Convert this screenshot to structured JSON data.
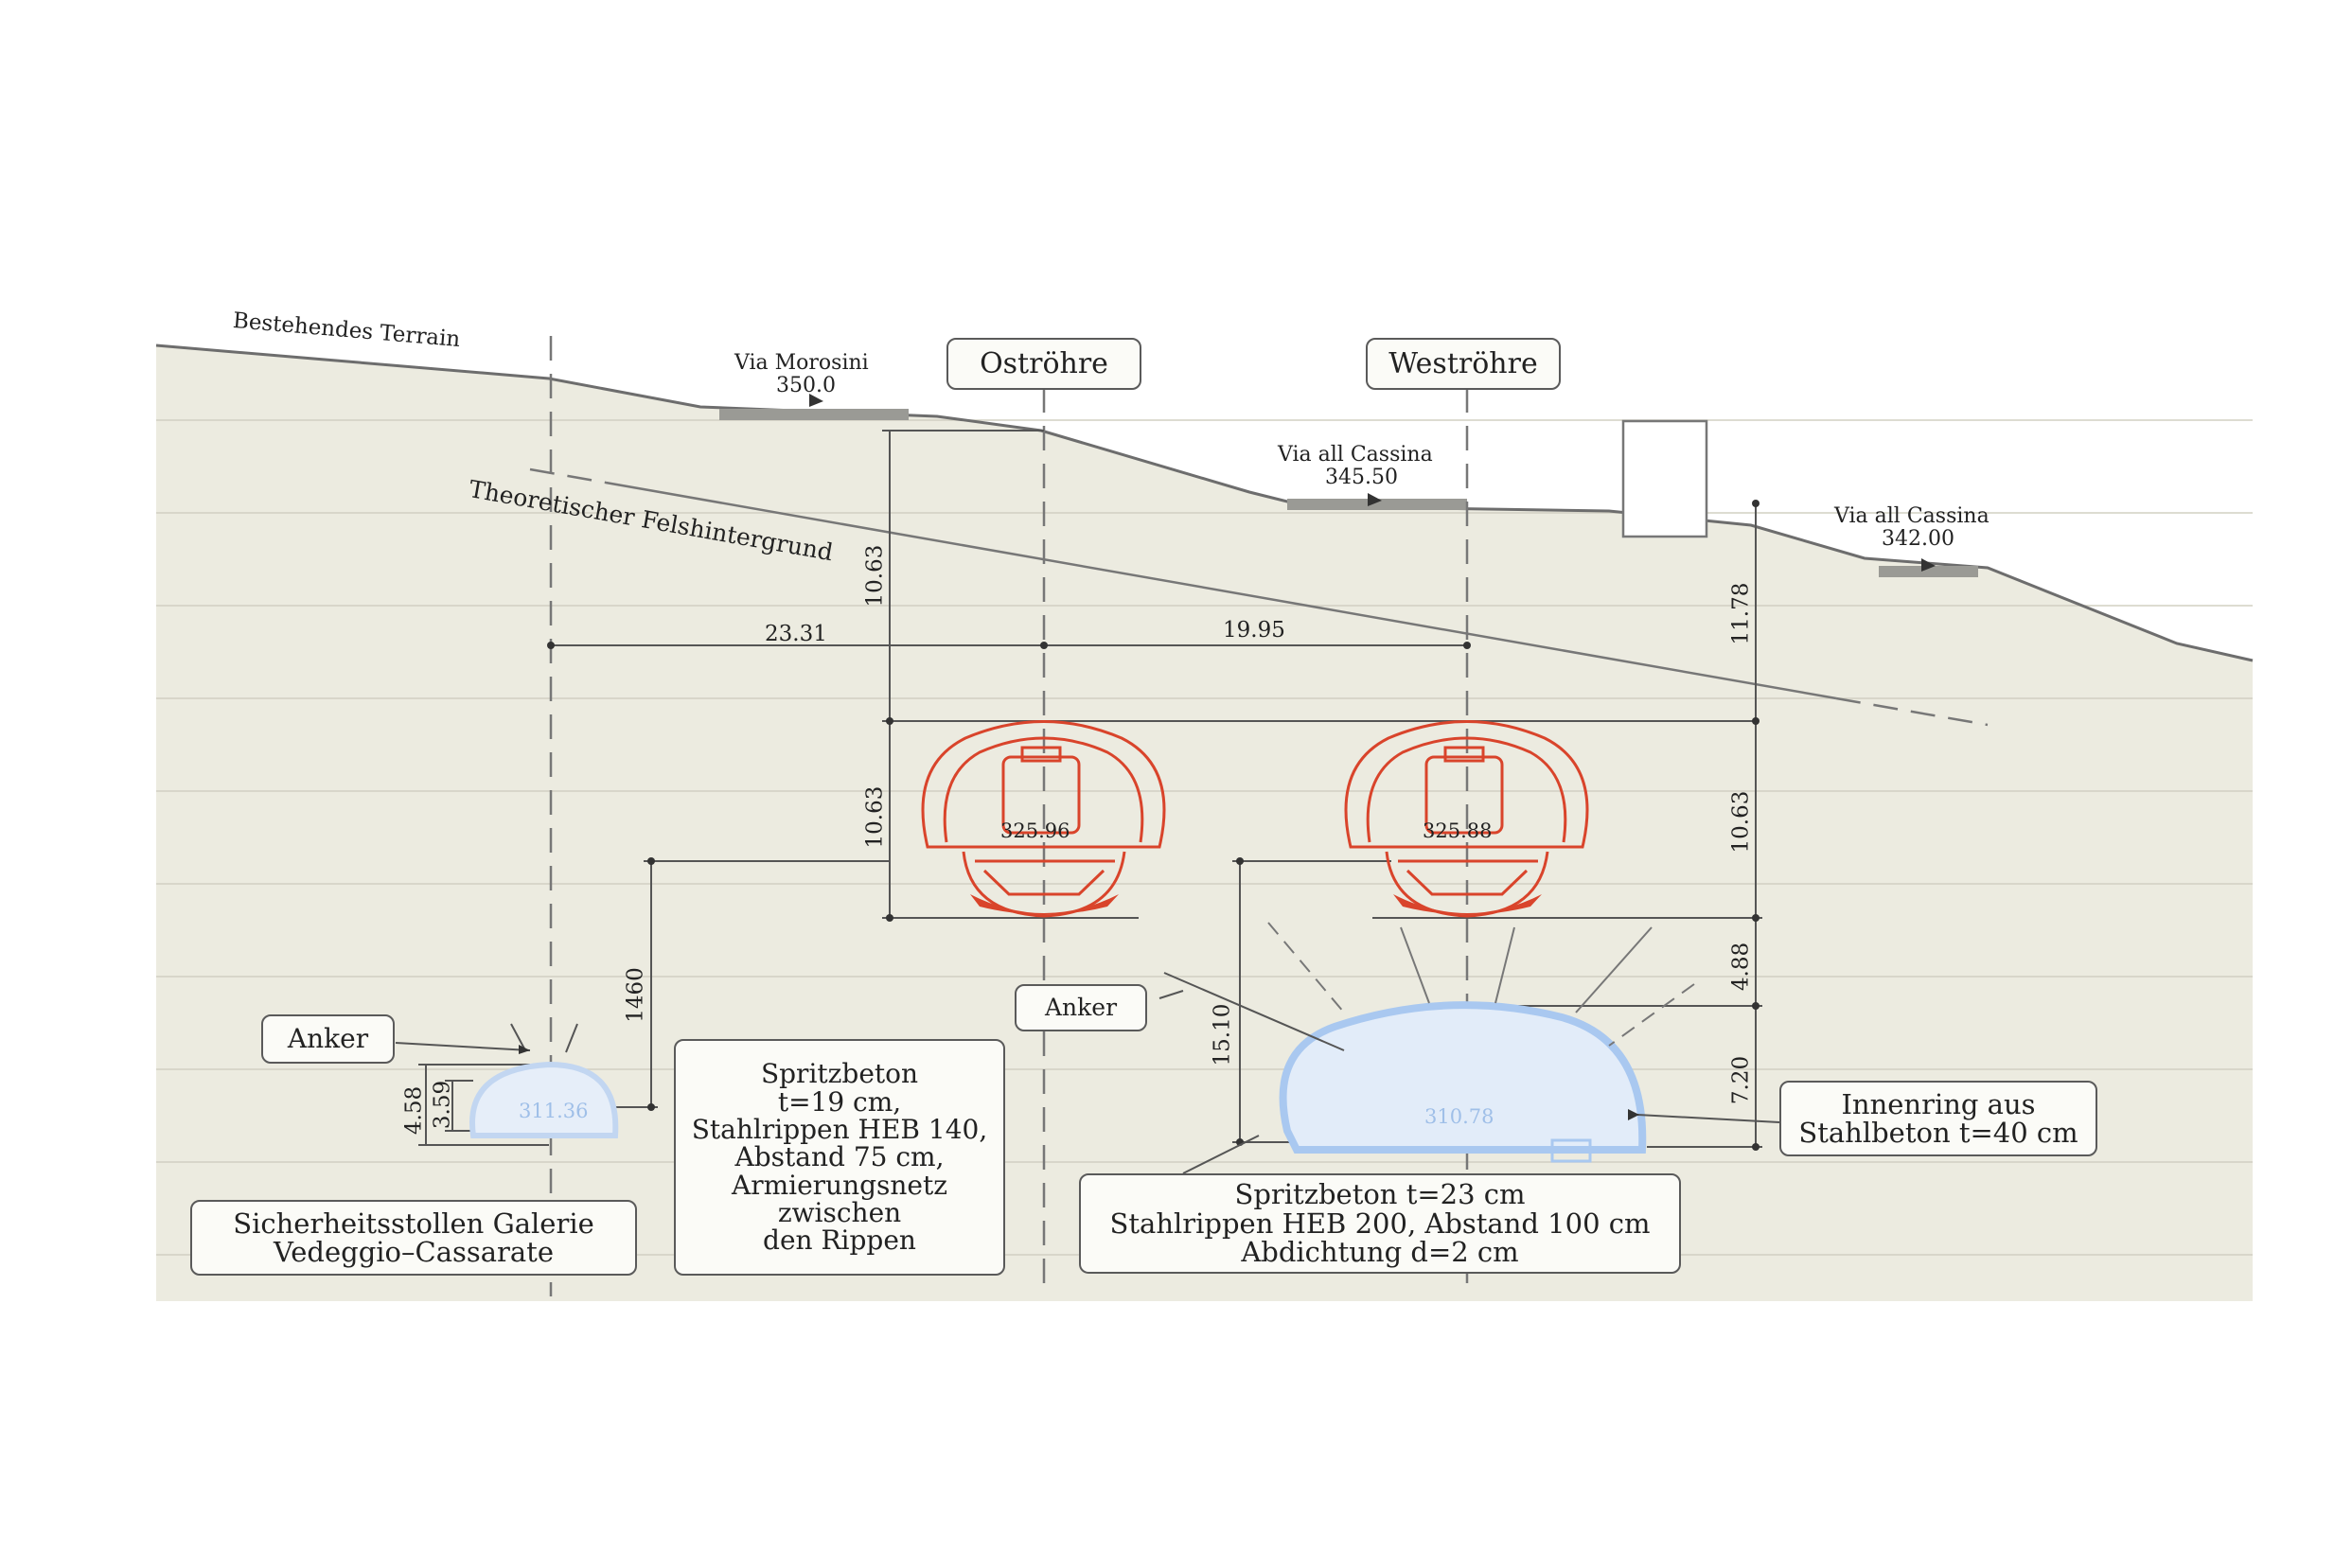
{
  "terrain": {
    "existing_label": "Bestehendes Terrain",
    "rock_label": "Theoretischer Felshintergrund"
  },
  "tubes": {
    "east_label": "Oströhre",
    "west_label": "Weströhre",
    "east_elevation": "325.96",
    "west_elevation": "325.88"
  },
  "streets": [
    {
      "name": "Via Morosini",
      "elevation": "350.0"
    },
    {
      "name": "Via all Cassina",
      "elevation": "345.50"
    },
    {
      "name": "Via all Cassina",
      "elevation": "342.00"
    }
  ],
  "dimensions": {
    "left_spacing": "23.31",
    "right_spacing": "19.95",
    "east_cover": "10.63",
    "east_height": "10.63",
    "right_cover": "11.78",
    "right_height": "10.63",
    "gallery_drop": "1460",
    "gallery_outer": "4.58",
    "gallery_inner": "3.59",
    "west_gap": "4.88",
    "west_lower": "7.20",
    "west_drop": "15.10"
  },
  "gallery": {
    "title_line1": "Sicherheitsstollen Galerie",
    "title_line2": "Vedeggio–Cassarate",
    "elevation": "311.36"
  },
  "west_gallery": {
    "elevation": "310.78"
  },
  "callouts": {
    "anchor_left": "Anker",
    "anchor_right": "Anker",
    "spritz_left": [
      "Spritzbeton",
      "t=19 cm,",
      "Stahlrippen HEB 140,",
      "Abstand 75 cm,",
      "Armierungsnetz",
      "zwischen",
      "den Rippen"
    ],
    "spritz_right": [
      "Spritzbeton t=23 cm",
      "Stahlrippen HEB 200, Abstand 100 cm",
      "Abdichtung d=2 cm"
    ],
    "inner_ring": [
      "Innenring aus",
      "Stahlbeton t=40 cm"
    ]
  },
  "colors": {
    "terrain_fill": "#ecebe0",
    "tunnel_red": "#d9442b",
    "gallery_blue": "#a9c8f0"
  }
}
